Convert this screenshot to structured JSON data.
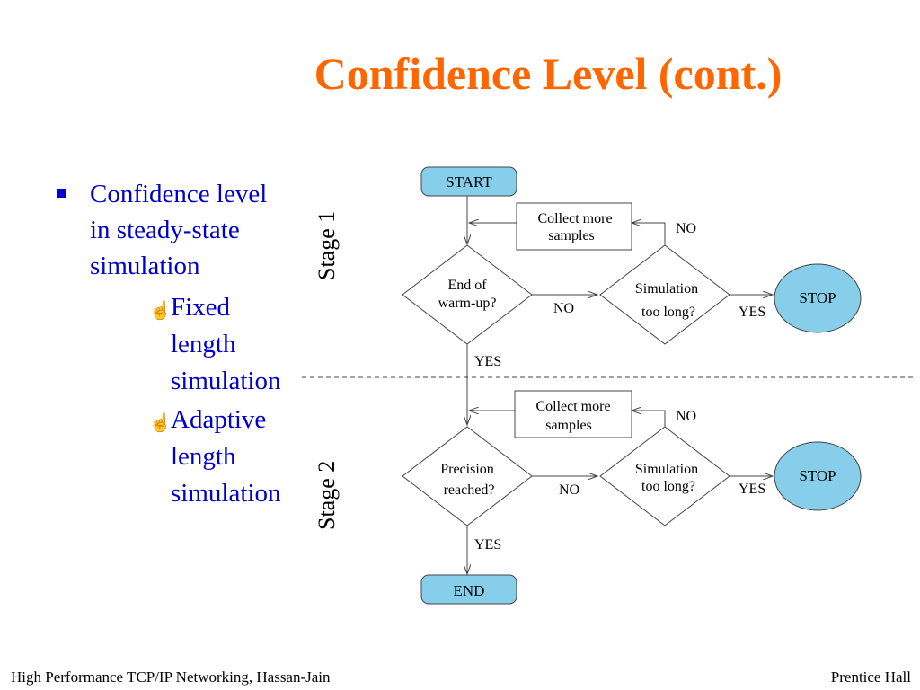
{
  "slide": {
    "title": "Confidence Level (cont.)",
    "bullet": {
      "text_lines": [
        "Confidence level",
        "in steady-state",
        "simulation"
      ],
      "sub_items": [
        {
          "lines": [
            "Fixed",
            "length",
            "simulation"
          ]
        },
        {
          "lines": [
            "Adaptive",
            "length",
            "simulation"
          ]
        }
      ]
    },
    "footer": {
      "left": "High Performance TCP/IP Networking, Hassan-Jain",
      "right": "Prentice Hall"
    }
  },
  "flowchart": {
    "stage1_label": "Stage 1",
    "stage2_label": "Stage 2",
    "start": "START",
    "end": "END",
    "collect1": [
      "Collect more",
      "samples"
    ],
    "collect2": [
      "Collect more",
      "samples"
    ],
    "warmup": [
      "End of",
      "warm-up?"
    ],
    "precision": [
      "Precision",
      "reached?"
    ],
    "toolong1": [
      "Simulation",
      "too long?"
    ],
    "toolong2": [
      "Simulation",
      "too long?"
    ],
    "stop1": "STOP",
    "stop2": "STOP",
    "edge_labels": {
      "warmup_no": "NO",
      "warmup_yes": "YES",
      "toolong1_no": "NO",
      "toolong1_yes": "YES",
      "precision_no": "NO",
      "precision_yes": "YES",
      "toolong2_no": "NO",
      "toolong2_yes": "YES"
    },
    "colors": {
      "terminal_fill": "#87ceeb",
      "line": "#444444"
    }
  }
}
